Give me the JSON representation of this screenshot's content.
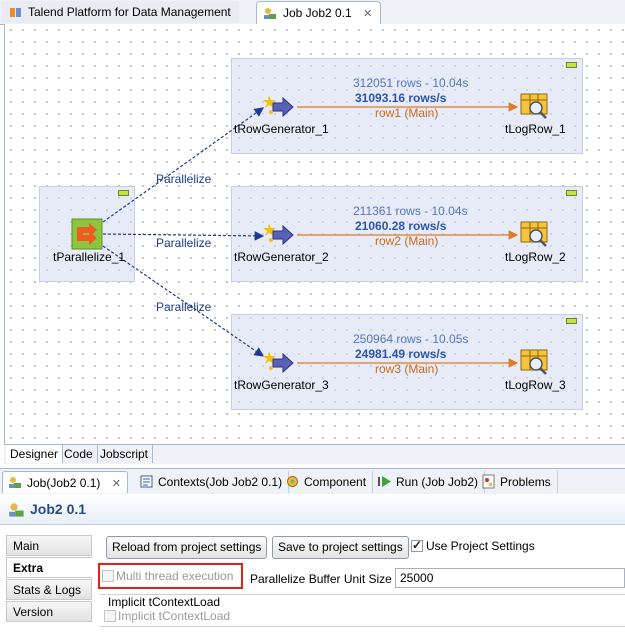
{
  "editor_tabs": [
    {
      "label": "Talend Platform for Data Management",
      "icon": "talend-perspective-icon"
    },
    {
      "label": "Job Job2 0.1",
      "icon": "job-icon",
      "close": "✕"
    }
  ],
  "designer": {
    "parallelize": {
      "label": "tParallelize_1",
      "link_label": "Parallelize"
    },
    "subjobs": [
      {
        "generator": "tRowGenerator_1",
        "log": "tLogRow_1",
        "rows_time": "312051 rows - 10.04s",
        "rate": "31093.16 rows/s",
        "flow": "row1 (Main)"
      },
      {
        "generator": "tRowGenerator_2",
        "log": "tLogRow_2",
        "rows_time": "211361 rows - 10.04s",
        "rate": "21060.28 rows/s",
        "flow": "row2 (Main)"
      },
      {
        "generator": "tRowGenerator_3",
        "log": "tLogRow_3",
        "rows_time": "250964 rows - 10.05s",
        "rate": "24981.49 rows/s",
        "flow": "row3 (Main)"
      }
    ],
    "tabs": [
      "Designer",
      "Code",
      "Jobscript"
    ]
  },
  "view_tabs": [
    {
      "label": "Job(Job2 0.1)",
      "close": "✕",
      "icon": "job-icon"
    },
    {
      "label": "Contexts(Job Job2 0.1)",
      "icon": "contexts-icon"
    },
    {
      "label": "Component",
      "icon": "component-icon"
    },
    {
      "label": "Run (Job Job2)",
      "icon": "run-icon"
    },
    {
      "label": "Problems",
      "icon": "problems-icon"
    }
  ],
  "job_view": {
    "title": "Job2 0.1",
    "nav": [
      "Main",
      "Extra",
      "Stats & Logs",
      "Version"
    ],
    "active_nav": "Extra",
    "reload_button": "Reload from project settings",
    "save_button": "Save to project settings",
    "use_project_settings": "Use Project Settings",
    "multi_thread": "Multi thread execution",
    "buffer_label": "Parallelize Buffer Unit Size",
    "buffer_value": "25000",
    "implicit_section": "Implicit tContextLoad",
    "implicit_checkbox": "Implicit tContextLoad"
  },
  "colors": {
    "subjob_bg": "#d7def4",
    "flow_line": "#e07a1f",
    "parallelize_link": "#1f3c8c",
    "highlight": "#e2221d"
  }
}
